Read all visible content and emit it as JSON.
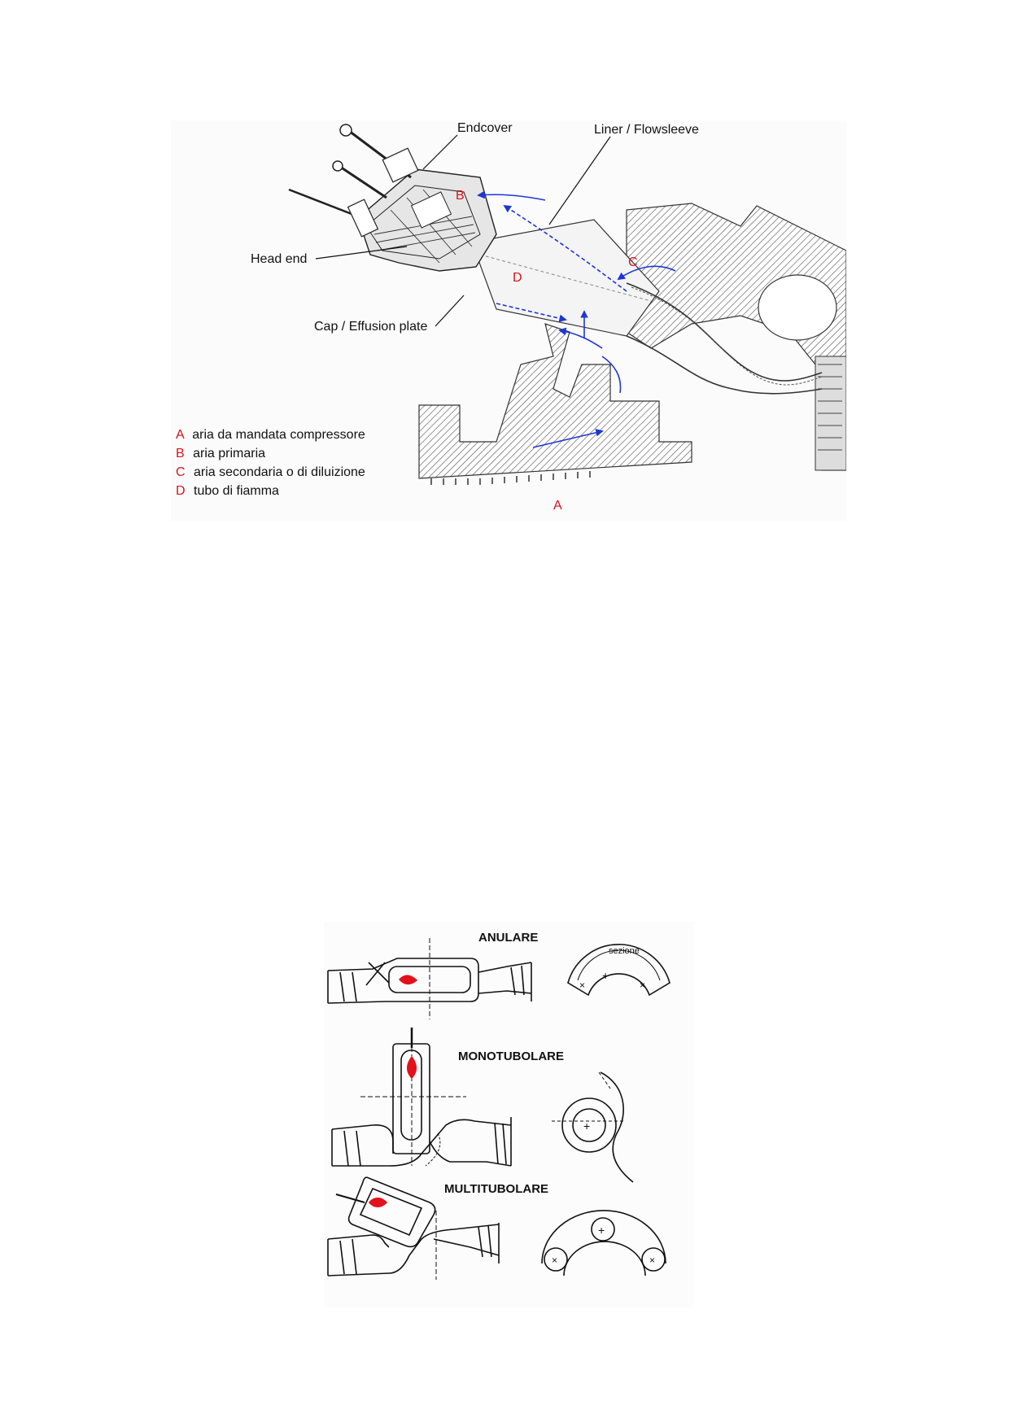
{
  "combustor": {
    "labels": {
      "endcover": "Endcover",
      "liner": "Liner / Flowsleeve",
      "head_end": "Head end",
      "cap": "Cap / Effusion plate"
    },
    "flow_markers": {
      "a": "A",
      "b": "B",
      "c": "C",
      "d": "D"
    },
    "legend": [
      {
        "key": "A",
        "text": "aria da mandata compressore"
      },
      {
        "key": "B",
        "text": "aria primaria"
      },
      {
        "key": "C",
        "text": "aria secondaria o di diluizione"
      },
      {
        "key": "D",
        "text": "tubo di fiamma"
      }
    ],
    "colors": {
      "arrow": "#1f35d6",
      "marker": "#d8141c",
      "hatch": "#555555"
    }
  },
  "types": {
    "anulare": "ANULARE",
    "sezione": "sezione",
    "monotubolare": "MONOTUBOLARE",
    "multitubolare": "MULTITUBOLARE",
    "colors": {
      "flame": "#e3111b"
    }
  }
}
